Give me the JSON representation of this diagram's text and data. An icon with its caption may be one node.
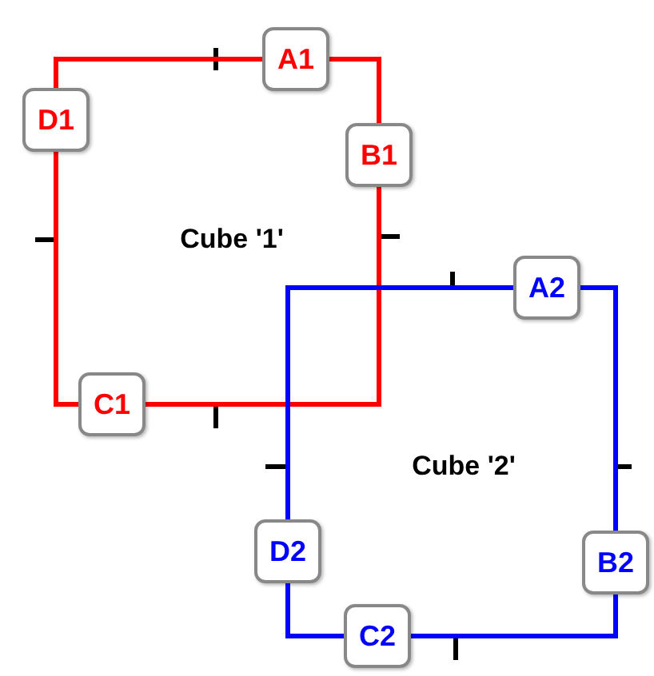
{
  "diagram": {
    "nodes": [
      {
        "text": [
          "A1"
        ]
      },
      {
        "text": [
          "B1"
        ]
      },
      {
        "text": [
          "C1"
        ]
      },
      {
        "text": [
          "D1"
        ]
      },
      {
        "text": [
          "A2"
        ]
      },
      {
        "text": [
          "B2"
        ]
      },
      {
        "text": [
          "C2"
        ]
      },
      {
        "text": [
          "D2"
        ]
      }
    ],
    "edges": [
      {
        "from": 0,
        "to": 1,
        "arrow": "none",
        "color": "#ff0000"
      },
      {
        "from": 1,
        "to": 2,
        "arrow": "none",
        "color": "#ff0000"
      },
      {
        "from": 2,
        "to": 3,
        "arrow": "none",
        "color": "#ff0000"
      },
      {
        "from": 3,
        "to": 0,
        "arrow": "none",
        "color": "#ff0000"
      },
      {
        "from": 4,
        "to": 5,
        "arrow": "none",
        "color": "#0000ff"
      },
      {
        "from": 5,
        "to": 6,
        "arrow": "none",
        "color": "#0000ff"
      },
      {
        "from": 6,
        "to": 7,
        "arrow": "none",
        "color": "#0000ff"
      },
      {
        "from": 7,
        "to": 4,
        "arrow": "none",
        "color": "#0000ff"
      }
    ],
    "labels": [
      "Cube '1'",
      "Cube '2'"
    ]
  }
}
